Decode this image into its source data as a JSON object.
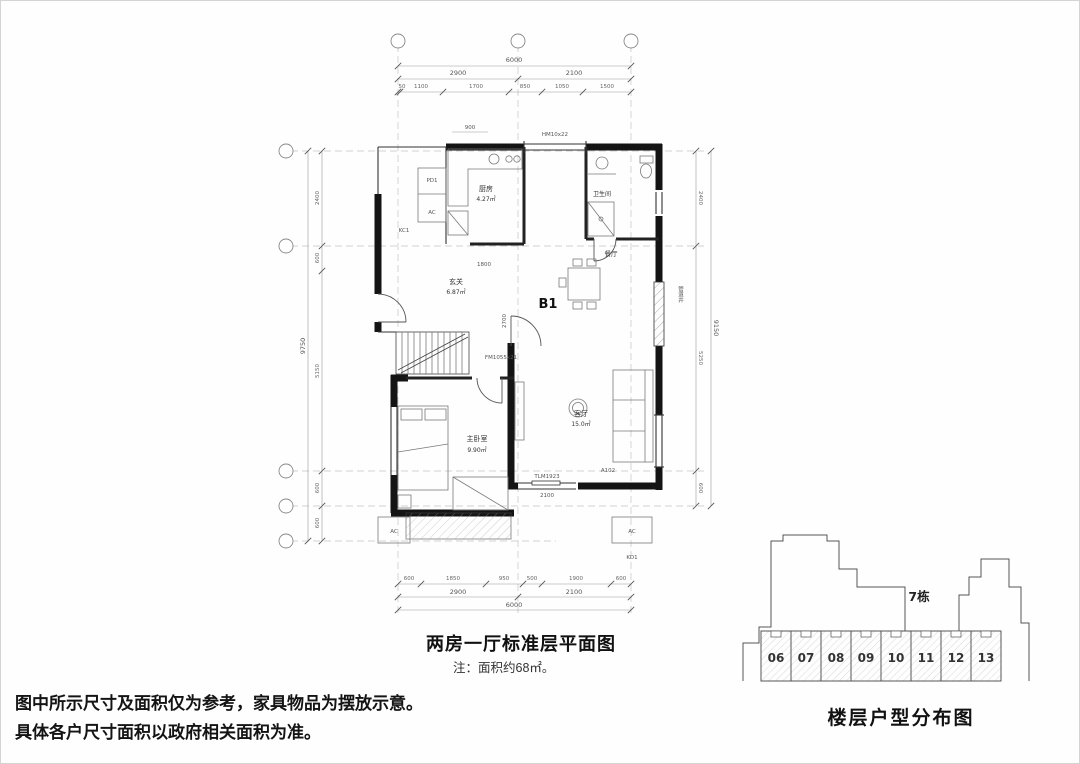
{
  "plan": {
    "unit_label": "B1",
    "title": "两房一厅标准层平面图",
    "note": "注：面积约68㎡。",
    "rooms": {
      "kitchen": {
        "name": "厨房",
        "area": "4.27㎡"
      },
      "bath": {
        "name": "卫生间"
      },
      "dining": {
        "name": "餐厅"
      },
      "living": {
        "name": "客厅",
        "area": "15.0㎡"
      },
      "master": {
        "name": "主卧室",
        "area": "9.90㎡"
      },
      "hall": {
        "name": "玄关",
        "area": "6.87㎡"
      },
      "shaft": {
        "name": "管道井"
      }
    },
    "dims": {
      "top_total": "6000",
      "top": [
        "2900",
        "2100"
      ],
      "top_sub": [
        "50",
        "1100",
        "1700",
        "850",
        "1050",
        "1500"
      ],
      "left_total": "9750",
      "left": [
        "2400",
        "600",
        "5150",
        "600",
        "600"
      ],
      "right_total": "9150",
      "right": [
        "2400",
        "5250",
        "600"
      ],
      "bottom_sub": [
        "600",
        "1850",
        "950",
        "500",
        "1900",
        "600"
      ],
      "bottom": [
        "2900",
        "2100"
      ],
      "bottom_total": "6000",
      "inner": [
        "900",
        "1800",
        "2700",
        "2100"
      ]
    },
    "tags": {
      "window_top": "HM10x22",
      "entry_door": "FM1055x21",
      "balcony_door": "TLM1923",
      "ac1": "AC",
      "ac2": "AC",
      "ac3": "AC",
      "kc": "KC1",
      "kd": "KD1",
      "pd": "PD1",
      "a102": "A102"
    }
  },
  "disclaimer": {
    "line1": "图中所示尺寸及面积仅为参考，家具物品为摆放示意。",
    "line2": "具体各户尺寸面积以政府相关面积为准。"
  },
  "distribution": {
    "building": "7栋",
    "title": "楼层户型分布图",
    "units": [
      "06",
      "07",
      "08",
      "09",
      "10",
      "11",
      "12",
      "13"
    ]
  }
}
